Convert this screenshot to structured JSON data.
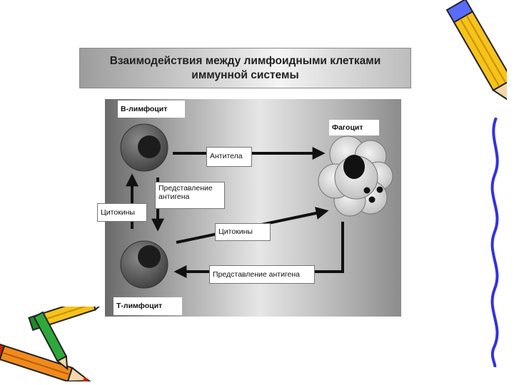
{
  "title": "Взаимодействия между лимфоидными клетками\nиммунной системы",
  "labels": {
    "b_lymphocyte": "В-лимфоцит",
    "t_lymphocyte": "Т-лимфоцит",
    "phagocyte": "Фагоцит",
    "antibodies": "Антитела",
    "antigen_presentation_1": "Представление антигена",
    "cytokines_left": "Цитокины",
    "cytokines_right": "Цитокины",
    "antigen_presentation_2": "Представление антигена"
  },
  "decor": {
    "pencil_top_right": "pencil-icon",
    "pencils_bottom_left": "crossed-pencils-icon",
    "border_right": "wavy-border",
    "accent_colors": [
      "#f6c31a",
      "#3333cc",
      "#cc2200",
      "#1f8a2a"
    ]
  }
}
